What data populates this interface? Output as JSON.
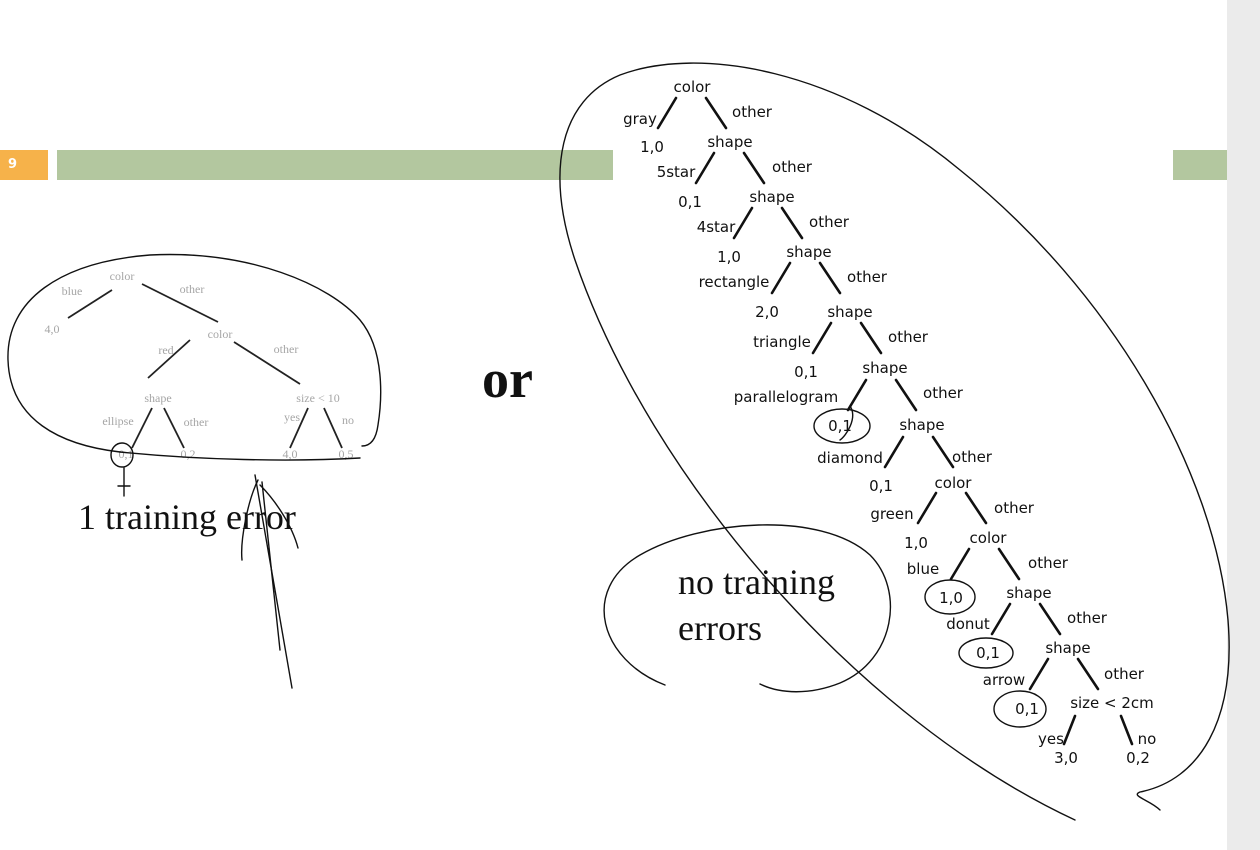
{
  "slide": {
    "number": "9"
  },
  "left_tree": {
    "nodes": [
      "color",
      "color",
      "shape",
      "size < 10"
    ],
    "branches": [
      "blue",
      "other",
      "red",
      "other",
      "ellipse",
      "other",
      "yes",
      "no"
    ],
    "leaves": [
      "4,0",
      "0,1",
      "0,2",
      "4,0",
      "0,5"
    ],
    "annotation": "1 training error"
  },
  "or_label": "or",
  "right_tree": {
    "nodes": [
      "color",
      "shape",
      "shape",
      "shape",
      "shape",
      "shape",
      "shape",
      "color",
      "color",
      "shape",
      "shape",
      "size < 2cm"
    ],
    "branches": [
      "gray",
      "5star",
      "4star",
      "rectangle",
      "triangle",
      "parallelogram",
      "diamond",
      "green",
      "blue",
      "donut",
      "arrow",
      "yes",
      "no"
    ],
    "other_label": "other",
    "leaves": [
      "1,0",
      "0,1",
      "1,0",
      "2,0",
      "0,1",
      "0,1",
      "0,1",
      "1,0",
      "1,0",
      "0,1",
      "0,1",
      "3,0",
      "0,2"
    ],
    "annotation_line1": "no training",
    "annotation_line2": "errors"
  }
}
